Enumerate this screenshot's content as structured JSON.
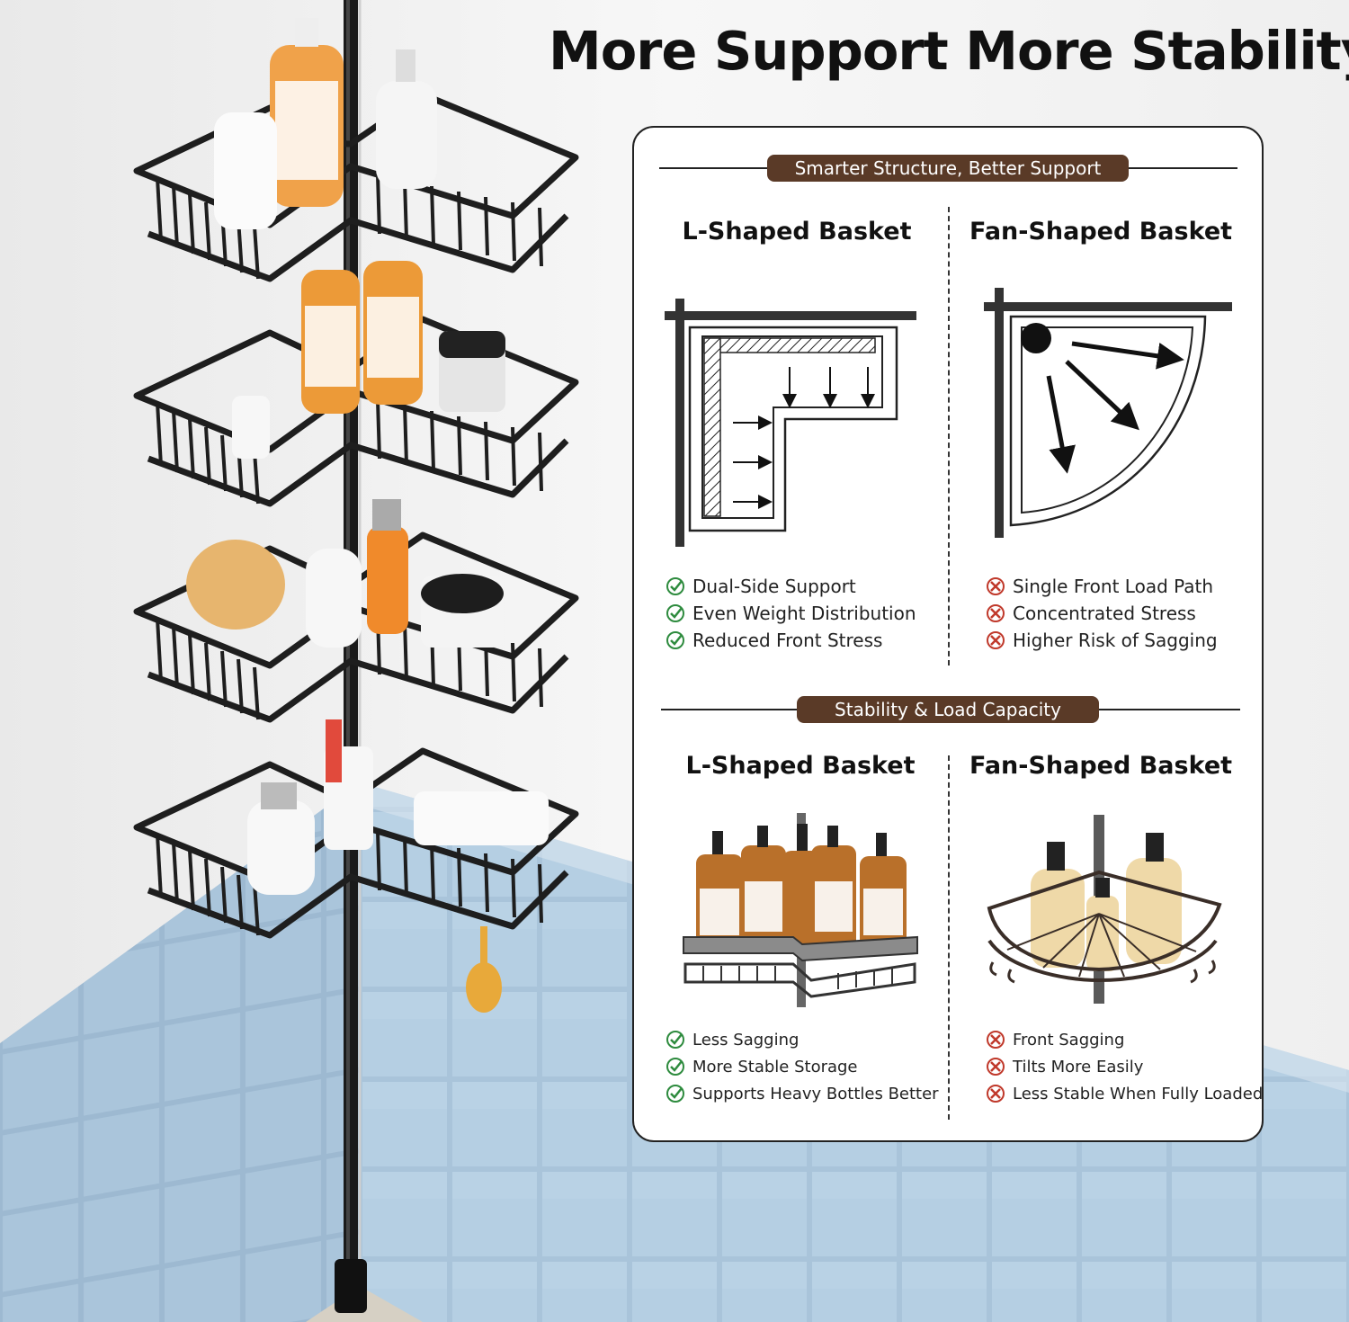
{
  "headline": "More Support  More Stability",
  "colors": {
    "pill": "#5a3a27",
    "check": "#2e8b3e",
    "cross": "#c0392b",
    "rack": "#1e1e1e",
    "tile": "#a9c3d8"
  },
  "section1": {
    "pill": "Smarter Structure, Better Support",
    "left": {
      "title": "L-Shaped Basket",
      "features": [
        "Dual-Side Support",
        "Even Weight Distribution",
        "Reduced Front Stress"
      ],
      "icon": "check-icon"
    },
    "right": {
      "title": "Fan-Shaped Basket",
      "features": [
        "Single Front Load Path",
        "Concentrated Stress",
        "Higher Risk of Sagging"
      ],
      "icon": "cross-icon"
    }
  },
  "section2": {
    "pill": "Stability & Load Capacity",
    "left": {
      "title": "L-Shaped Basket",
      "features": [
        "Less Sagging",
        "More Stable Storage",
        "Supports Heavy Bottles Better"
      ],
      "icon": "check-icon"
    },
    "right": {
      "title": "Fan-Shaped Basket",
      "features": [
        "Front Sagging",
        "Tilts More Easily",
        "Less Stable When Fully Loaded"
      ],
      "icon": "cross-icon"
    }
  }
}
